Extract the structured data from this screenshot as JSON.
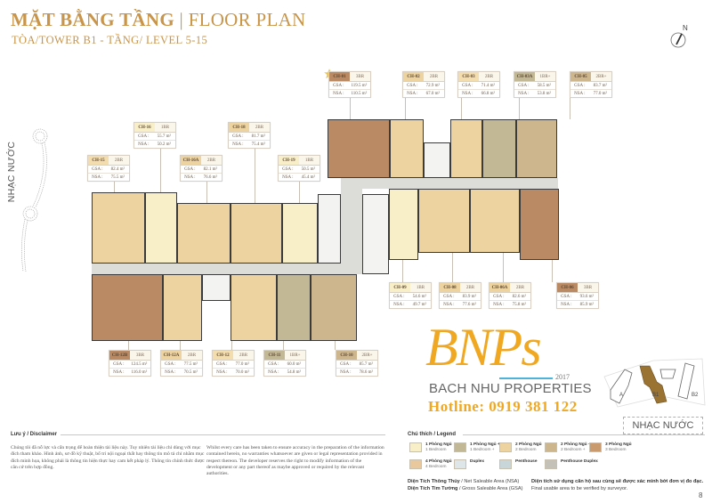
{
  "header": {
    "title_bold": "MẶT BẰNG TẦNG",
    "title_sep": " | ",
    "title_light": "FLOOR PLAN",
    "subtitle": "TÒA/TOWER B1 - TẦNG/ LEVEL  5-15"
  },
  "compass": {
    "label": "N"
  },
  "river": {
    "label": "NHẠC NƯỚC"
  },
  "units": [
    {
      "code": "CH-01",
      "type": "3BR",
      "gsa": "119.5 m²",
      "nsa": "110.5 m²",
      "color": "#b98a63",
      "starred": true
    },
    {
      "code": "CH-02",
      "type": "2BR",
      "gsa": "72.9 m²",
      "nsa": "67.0 m²",
      "color": "#ecd3a0"
    },
    {
      "code": "CH-03",
      "type": "2BR",
      "gsa": "71.4 m²",
      "nsa": "66.8 m²",
      "color": "#ecd3a0"
    },
    {
      "code": "CH-03A",
      "type": "1BR+",
      "gsa": "58.5 m²",
      "nsa": "53.8 m²",
      "color": "#c3b896"
    },
    {
      "code": "CH-05",
      "type": "2BR+",
      "gsa": "83.7 m²",
      "nsa": "77.0 m²",
      "color": "#cdb68d"
    },
    {
      "code": "CH-06",
      "type": "3BR",
      "gsa": "93.6 m²",
      "nsa": "85.9 m²",
      "color": "#b98a63"
    },
    {
      "code": "CH-06A",
      "type": "2BR",
      "gsa": "82.6 m²",
      "nsa": "75.8 m²",
      "color": "#ecd3a0"
    },
    {
      "code": "CH-08",
      "type": "2BR",
      "gsa": "83.9 m²",
      "nsa": "77.6 m²",
      "color": "#ecd3a0"
    },
    {
      "code": "CH-09",
      "type": "1BR",
      "gsa": "54.6 m²",
      "nsa": "49.7 m²",
      "color": "#f8efc8"
    },
    {
      "code": "CH-10",
      "type": "2BR+",
      "gsa": "85.7 m²",
      "nsa": "78.6 m²",
      "color": "#cdb68d"
    },
    {
      "code": "CH-11",
      "type": "1BR+",
      "gsa": "60.0 m²",
      "nsa": "54.8 m²",
      "color": "#c3b896"
    },
    {
      "code": "CH-12",
      "type": "2BR",
      "gsa": "77.0 m²",
      "nsa": "70.0 m²",
      "color": "#ecd3a0"
    },
    {
      "code": "CH-12A",
      "type": "2BR",
      "gsa": "77.5 m²",
      "nsa": "70.5 m²",
      "color": "#ecd3a0"
    },
    {
      "code": "CH-12B",
      "type": "3BR",
      "gsa": "124.5 m²",
      "nsa": "116.0 m²",
      "color": "#b98a63"
    },
    {
      "code": "CH-15",
      "type": "2BR",
      "gsa": "82.4 m²",
      "nsa": "75.5 m²",
      "color": "#ecd3a0"
    },
    {
      "code": "CH-16",
      "type": "1BR",
      "gsa": "55.7 m²",
      "nsa": "50.2 m²",
      "color": "#f8efc8"
    },
    {
      "code": "CH-16A",
      "type": "2BR",
      "gsa": "82.1 m²",
      "nsa": "76.6 m²",
      "color": "#ecd3a0"
    },
    {
      "code": "CH-18",
      "type": "2BR",
      "gsa": "81.7 m²",
      "nsa": "75.4 m²",
      "color": "#ecd3a0"
    },
    {
      "code": "CH-19",
      "type": "1BR",
      "gsa": "50.5 m²",
      "nsa": "45.4 m²",
      "color": "#f8efc8"
    }
  ],
  "card_labels": {
    "gsa": "GSA :",
    "nsa": "NSA :"
  },
  "branding": {
    "logo": "BNPs",
    "year": "2017",
    "company": "BACH NHU PROPERTIES",
    "hotline": "Hotline: 0919 381 122"
  },
  "keymap": {
    "towers": [
      "A",
      "B1",
      "B2"
    ],
    "highlight": "B1",
    "label": "NHẠC NƯỚC"
  },
  "disclaimer": {
    "heading": "Lưu ý / Disclaimer",
    "vi": "Chúng tôi đã nỗ lực và cẩn trọng để hoàn thiện tài liệu này. Tuy nhiên tài liệu chỉ dùng với mục đích tham khảo. Hình ảnh, sơ đồ kỹ thuật, bố trí nội ngoại thất hay thông tin mô tả chỉ nhằm mục đích minh họa, không phải là thông tin hiện thực hay cam kết pháp lý. Thông tin chính thức được căn cứ trên hợp đồng.",
    "en": "Whilst every care has been taken to ensure accuracy in the preparation of the information contained herein, no warranties whatsoever are given or legal representation provided in respect thereon. The developer reserves the right to modify information of the development or any part thereof as maybe approved or required by the relevant authorities."
  },
  "legend": {
    "heading": "Chú thích / Legend",
    "items": [
      {
        "vi": "1 Phòng Ngủ",
        "en": "1 Bedroom",
        "color": "#f8efc8"
      },
      {
        "vi": "1 Phòng Ngủ +",
        "en": "1 Bedroom +",
        "color": "#c3b896"
      },
      {
        "vi": "2 Phòng Ngủ",
        "en": "2 Bedroom",
        "color": "#ecd3a0"
      },
      {
        "vi": "2 Phòng Ngủ +",
        "en": "2 Bedroom +",
        "color": "#cdb68d"
      },
      {
        "vi": "3 Phòng Ngủ",
        "en": "3 Bedroom",
        "color": "#c99a6e"
      },
      {
        "vi": "4 Phòng Ngủ",
        "en": "4 Bedroom",
        "color": "#e8c89c"
      },
      {
        "vi": "Duplex",
        "en": "",
        "color": "#dfe6ea"
      },
      {
        "vi": "Penthouse",
        "en": "",
        "color": "#c9d6d9"
      },
      {
        "vi": "Penthouse Duplex",
        "en": "",
        "color": "#c4c2b8"
      }
    ]
  },
  "area_notes": {
    "nsa_bold": "Diện Tích Thông Thủy",
    "nsa_rest": " / Net Saleable Area (NSA)",
    "gsa_bold": "Diện Tích Tim Tường",
    "gsa_rest": " / Gross Saleable Area (GSA)",
    "note_vi": "Diện tích sử dụng căn hộ sau cùng sẽ được xác minh bởi đơn vị đo đạc.",
    "note_en": "Final usable area to be verified by surveyor."
  },
  "page_number": "8"
}
